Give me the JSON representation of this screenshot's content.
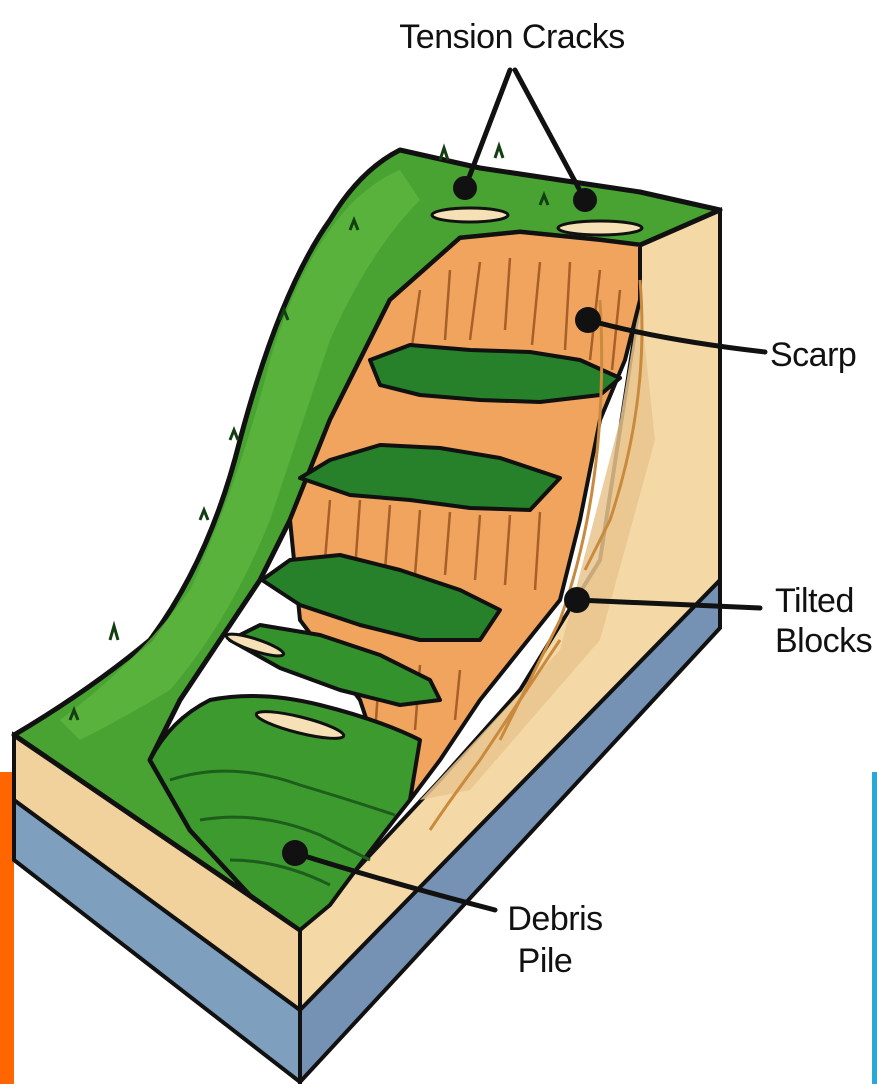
{
  "diagram": {
    "labels": {
      "tension_cracks": "Tension Cracks",
      "scarp": "Scarp",
      "tilted_line1": "Tilted",
      "tilted_line2": "Blocks",
      "debris_line1": "Debris",
      "debris_line2": "Pile"
    },
    "colors": {
      "grass": "#3e9b2d",
      "grass_light": "#5cb33c",
      "grass_dark": "#1f6e1f",
      "soil": "#f1d29c",
      "soil_shadow": "#e3b983",
      "scarp": "#f0a45e",
      "bedrock": "#7f9fbf",
      "outline": "#111111",
      "edge_orange": "#ff6600",
      "edge_blue": "#29a9d6"
    }
  }
}
